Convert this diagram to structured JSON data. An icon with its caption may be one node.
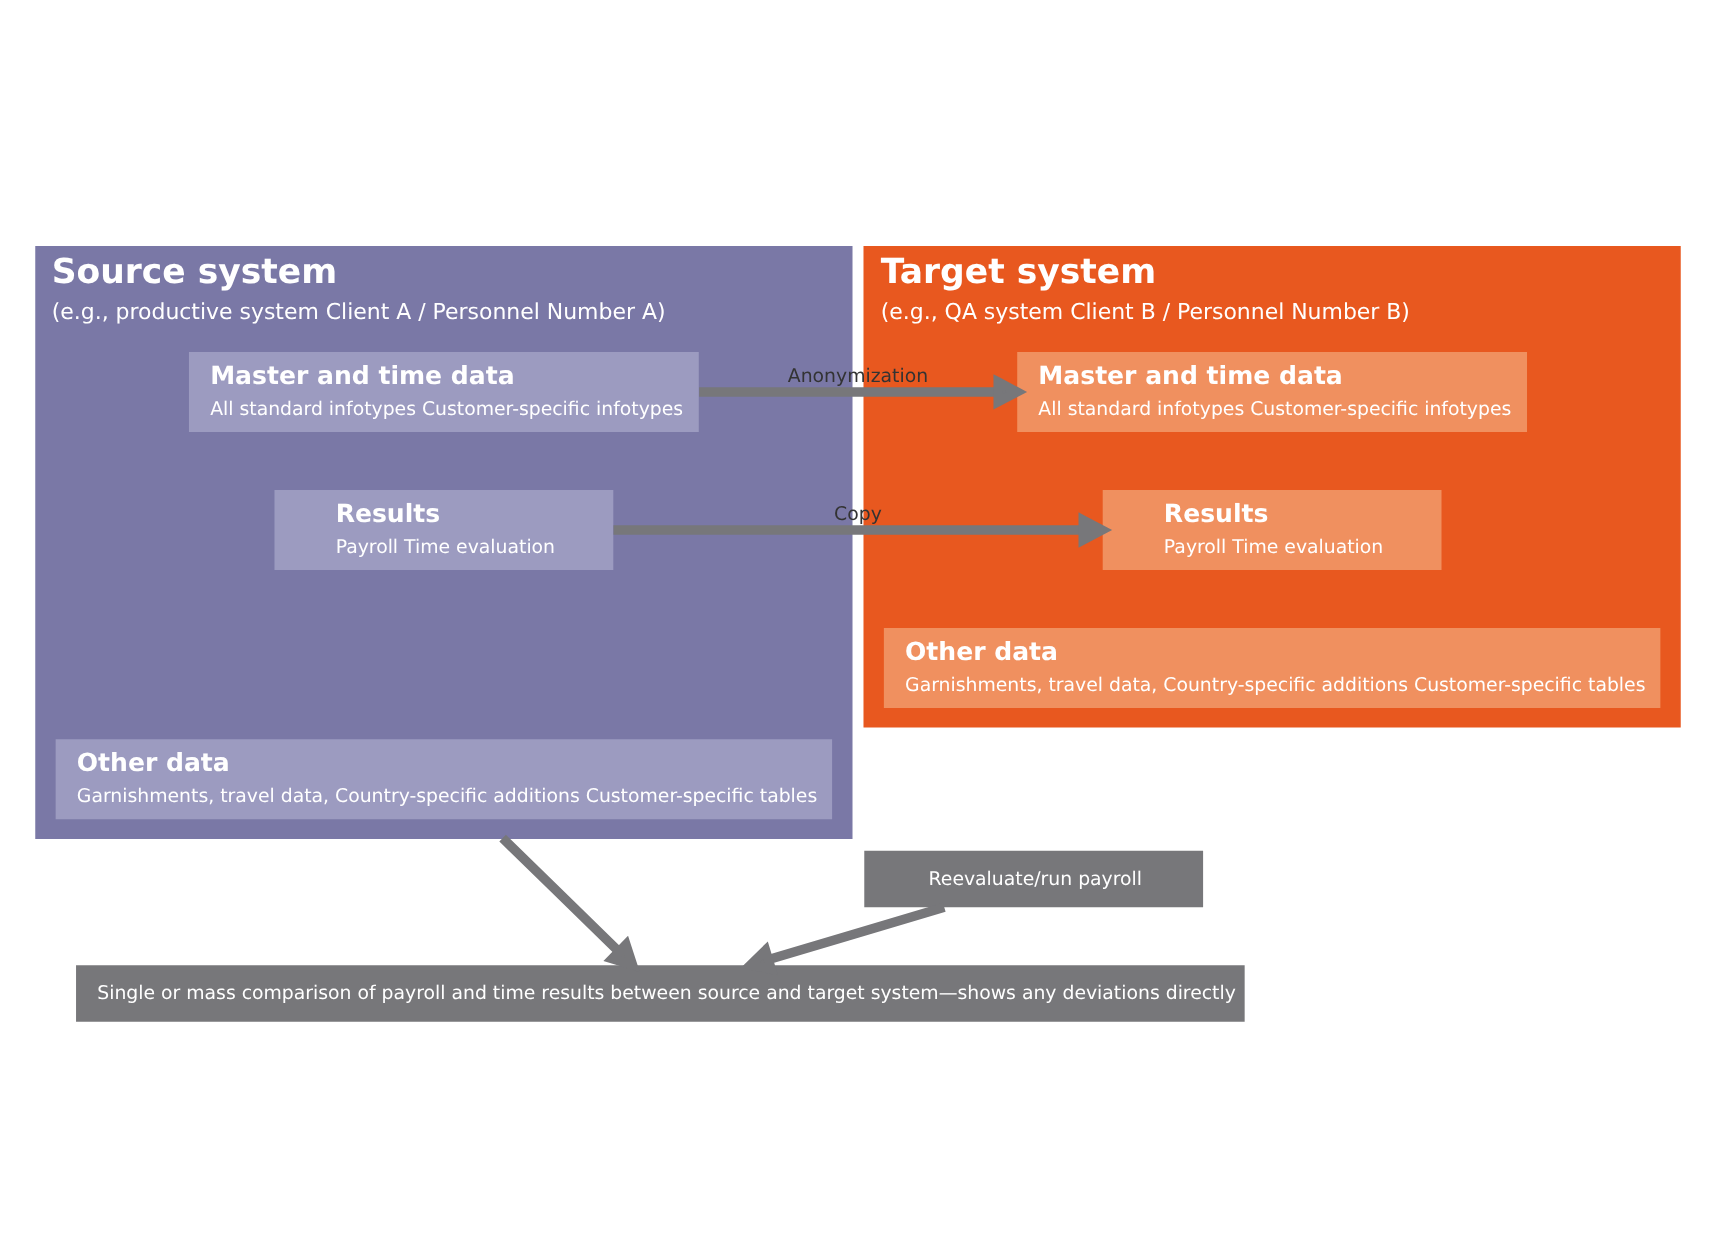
{
  "diagram": {
    "nodes": [
      {
        "text": [
          "Source system",
          "(e.g., productive system Client A / Personnel Number A)"
        ]
      },
      {
        "text": [
          "Master and time data",
          "All standard infotypes Customer-specific infotypes"
        ],
        "in": 0
      },
      {
        "text": [
          "Results",
          "Payroll Time evaluation"
        ],
        "in": 0
      },
      {
        "text": [
          "Other data",
          "Garnishments, travel data, Country-specific additions Customer-specific tables"
        ],
        "in": 0
      },
      {
        "text": [
          "Target system",
          "(e.g., QA system Client B / Personnel Number B)"
        ]
      },
      {
        "text": [
          "Master and time data",
          "All standard infotypes Customer-specific infotypes"
        ],
        "in": 4
      },
      {
        "text": [
          "Results",
          "Payroll Time evaluation"
        ],
        "in": 4
      },
      {
        "text": [
          "Other data",
          "Garnishments, travel data, Country-specific additions Customer-specific tables"
        ],
        "in": 4
      },
      {
        "text": [
          "Reevaluate/run payroll"
        ]
      },
      {
        "text": [
          "Single or mass comparison of payroll and time results between source and target system—shows any deviations directly"
        ]
      }
    ],
    "edges": [
      {
        "from": 1,
        "to": 5,
        "arrow": "to",
        "label": "Anonymization"
      },
      {
        "from": 2,
        "to": 6,
        "arrow": "to",
        "label": "Copy"
      },
      {
        "from": 0,
        "to": 9,
        "arrow": "to"
      },
      {
        "from": 8,
        "to": 9,
        "arrow": "to"
      }
    ]
  }
}
